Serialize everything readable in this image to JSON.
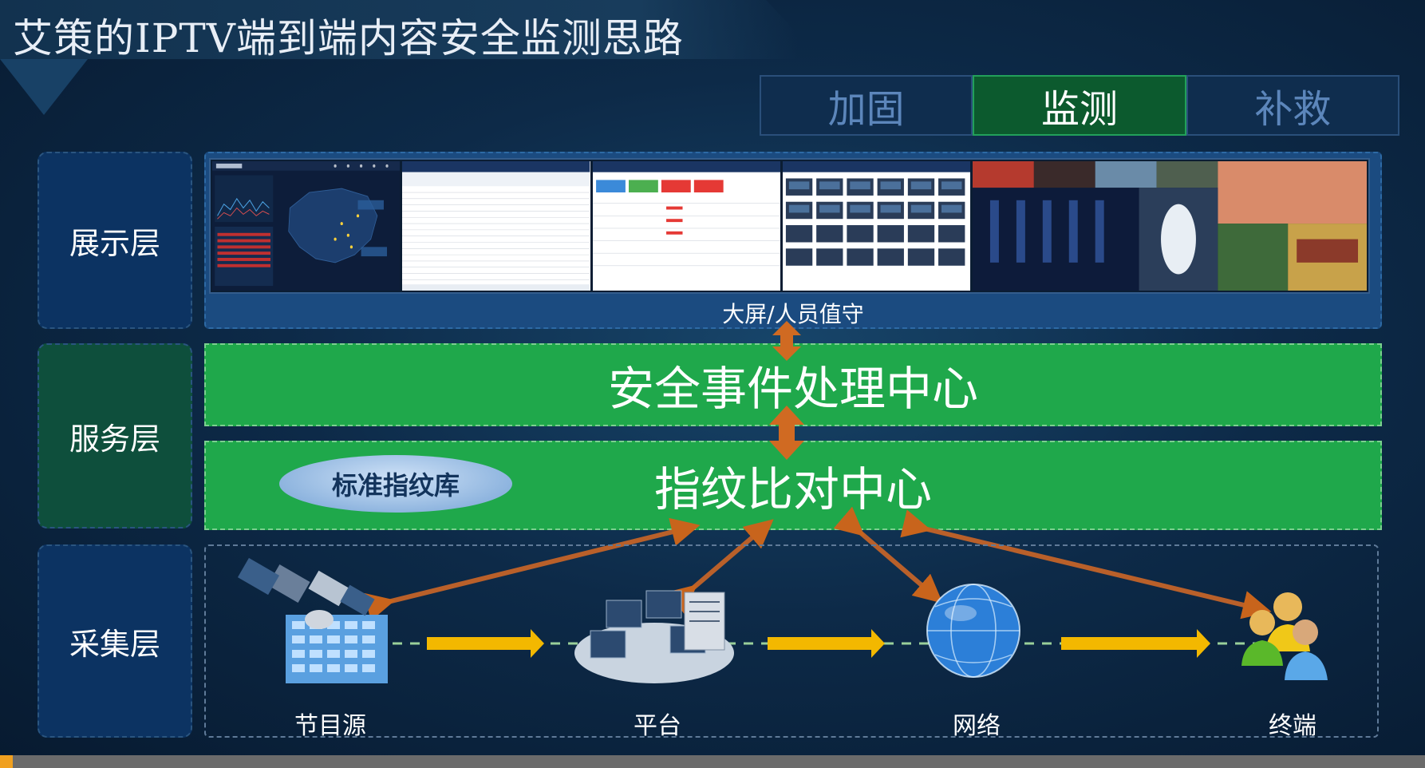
{
  "title": "艾策的IPTV端到端内容安全监测思路",
  "tabs": [
    {
      "label": "加固",
      "active": false
    },
    {
      "label": "监测",
      "active": true
    },
    {
      "label": "补救",
      "active": false
    }
  ],
  "layers": {
    "display": "展示层",
    "service": "服务层",
    "collect": "采集层"
  },
  "display_caption": "大屏/人员值守",
  "service": {
    "event_center": "安全事件处理中心",
    "fingerprint_center": "指纹比对中心",
    "fingerprint_db": "标准指纹库"
  },
  "nodes": [
    {
      "label": "节目源",
      "icon": "satellite-building-icon"
    },
    {
      "label": "平台",
      "icon": "server-network-icon"
    },
    {
      "label": "网络",
      "icon": "globe-icon"
    },
    {
      "label": "终端",
      "icon": "users-icon"
    }
  ],
  "colors": {
    "active_tab": "#0c5a2e",
    "green_band": "#1fa84b",
    "orange_arrow": "#c8641c",
    "flow_arrow": "#f3b800"
  }
}
